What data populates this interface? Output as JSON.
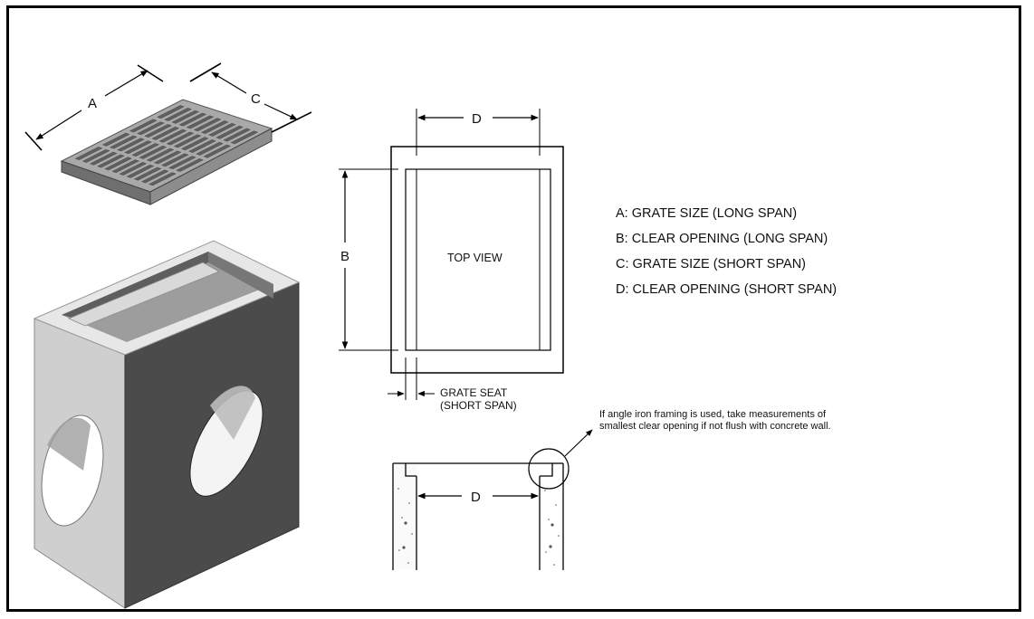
{
  "dimension_labels": {
    "a": "A",
    "b": "B",
    "c": "C",
    "d_top": "D",
    "d_section": "D"
  },
  "top_view_label": "TOP VIEW",
  "grate_seat_label": [
    "GRATE SEAT",
    "(SHORT SPAN)"
  ],
  "legend": [
    "A: GRATE SIZE (LONG SPAN)",
    "B: CLEAR OPENING (LONG SPAN)",
    "C: GRATE SIZE (SHORT SPAN)",
    "D: CLEAR OPENING (SHORT SPAN)"
  ],
  "note": "If angle iron framing is used, take measurements of smallest clear opening if not flush  with concrete wall."
}
